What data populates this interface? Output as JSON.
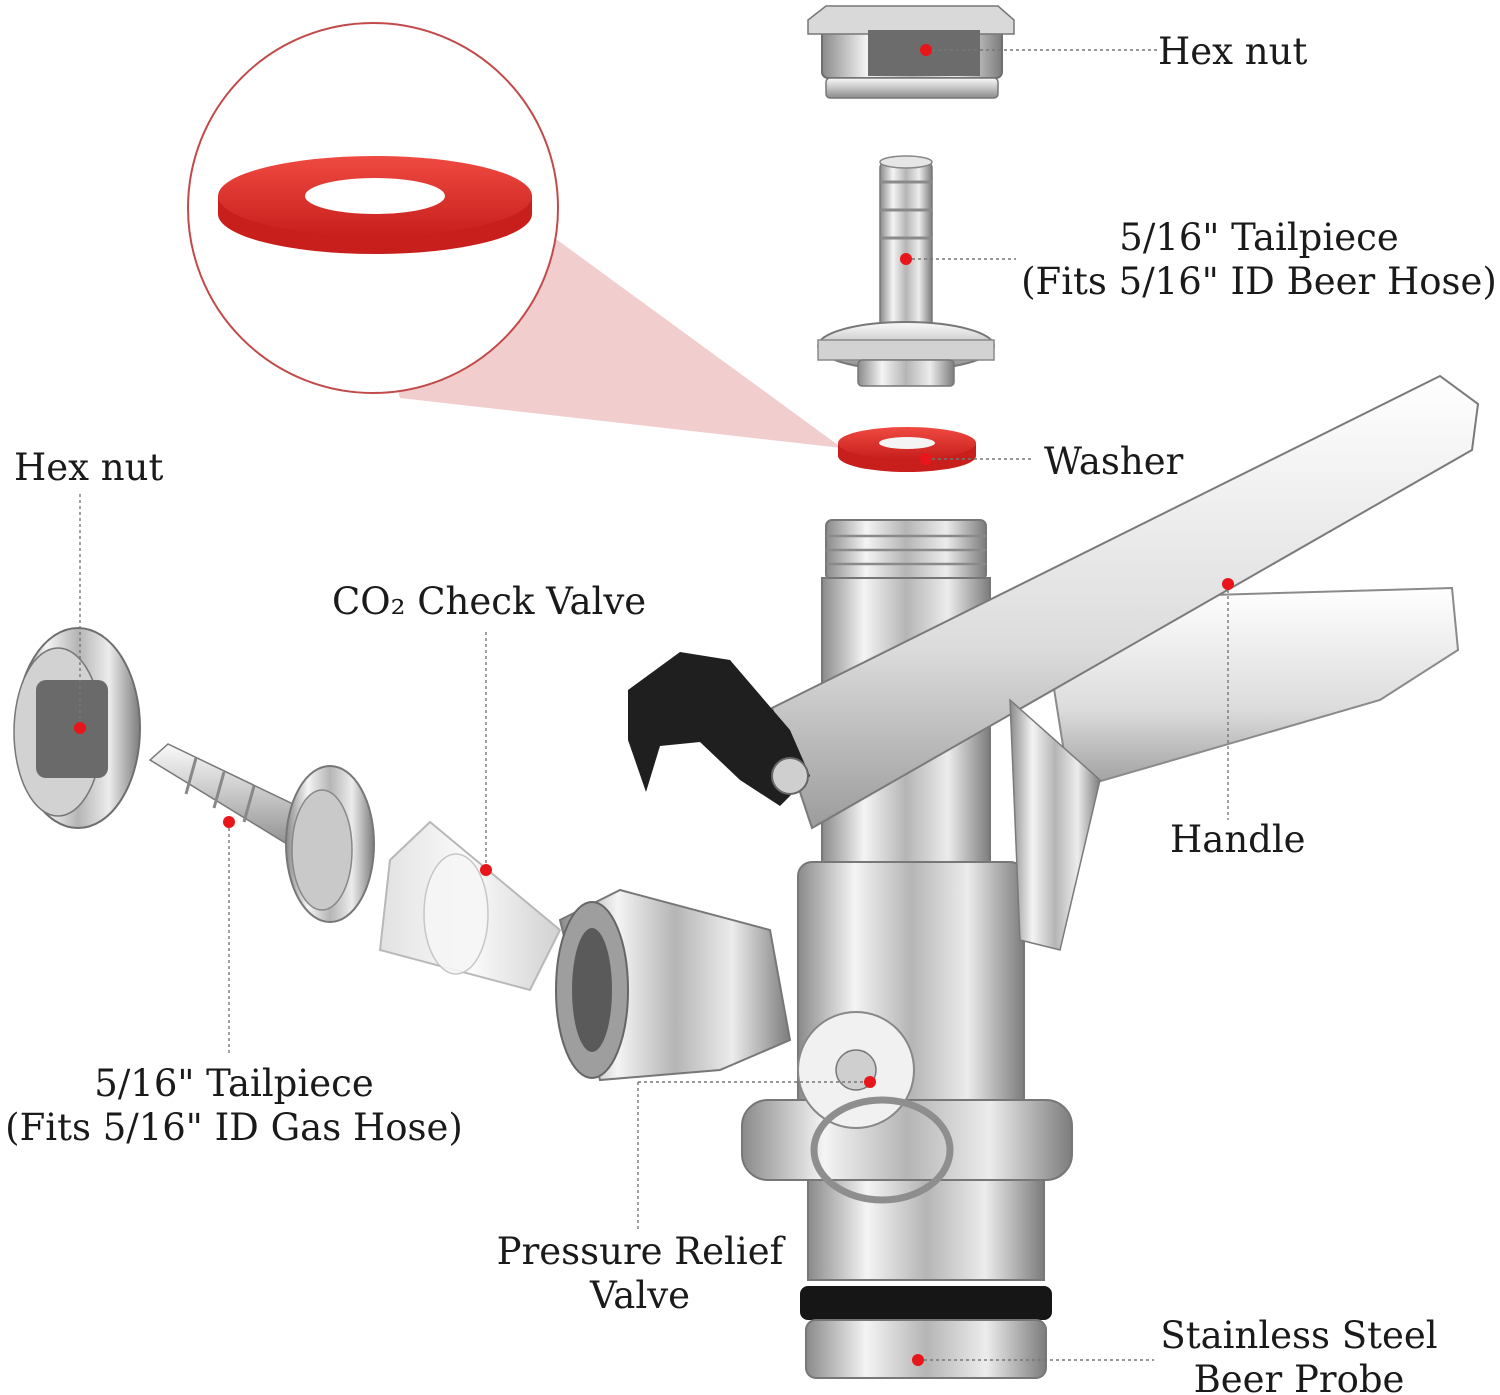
{
  "labels": {
    "hex_nut_top": "Hex nut",
    "tailpiece_beer_line1": "5/16\" Tailpiece",
    "tailpiece_beer_line2": "(Fits 5/16\" ID Beer Hose)",
    "washer": "Washer",
    "hex_nut_left": "Hex nut",
    "co2_check_valve": "CO₂ Check Valve",
    "handle": "Handle",
    "tailpiece_gas_line1": "5/16\" Tailpiece",
    "tailpiece_gas_line2": "(Fits 5/16\" ID Gas Hose)",
    "pressure_relief_line1": "Pressure Relief",
    "pressure_relief_line2": "Valve",
    "probe_line1": "Stainless Steel",
    "probe_line2": "Beer Probe"
  },
  "colors": {
    "marker": "#e8161b",
    "washer": "#e8312c",
    "zoom_cone": "#f0c4c4",
    "leader": "#777777",
    "metal_light": "#f2f2f2",
    "metal_dark": "#7a7a7a"
  }
}
